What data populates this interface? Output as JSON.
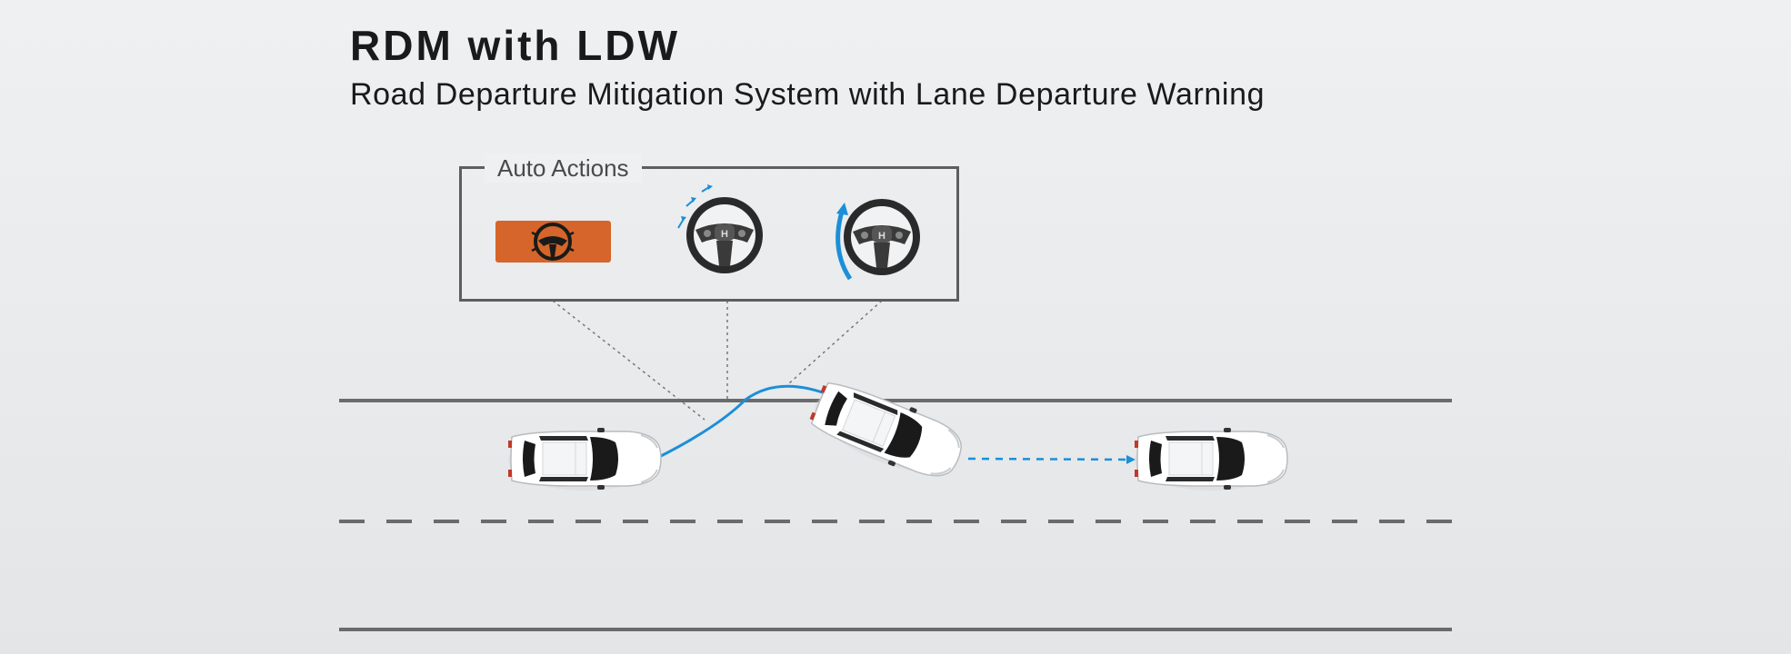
{
  "header": {
    "title": "RDM with LDW",
    "subtitle": "Road Departure Mitigation System with Lane Departure Warning"
  },
  "panel": {
    "label": "Auto Actions",
    "actions": [
      {
        "icon": "steering-warning-icon",
        "color": "#d5652a"
      },
      {
        "icon": "steering-wheel-vibration-icon",
        "arrow_color": "#1b8fd8"
      },
      {
        "icon": "steering-wheel-correction-icon",
        "arrow_color": "#1b8fd8"
      }
    ]
  },
  "colors": {
    "road_line": "#6b6b6b",
    "path": "#1b8fd8",
    "warning": "#d5652a",
    "car_body": "#ffffff",
    "car_glass": "#1a1a1a"
  }
}
